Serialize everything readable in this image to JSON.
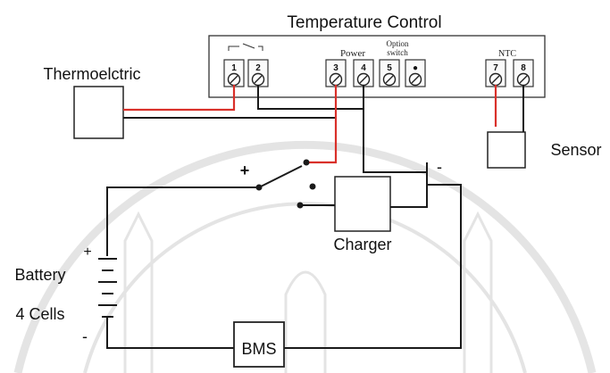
{
  "diagram": {
    "title": "Temperature Control",
    "labels": {
      "thermoelectric": "Thermoelctric",
      "sensor": "Sensor",
      "charger": "Charger",
      "battery_line1": "Battery",
      "battery_line2": "4 Cells",
      "bms": "BMS",
      "plus_battery": "+",
      "minus_battery": "-",
      "plus_switch": "+",
      "minus_charger": "-"
    },
    "controller": {
      "power_label": "Power",
      "option_label_line1": "Option",
      "option_label_line2": "switch",
      "ntc_label": "NTC",
      "terminals": [
        "1",
        "2",
        "3",
        "4",
        "5",
        "●",
        "7",
        "8"
      ]
    },
    "colors": {
      "wire": "#1a1a1a",
      "red_wire": "#d9302a",
      "watermark": "#c8c8c8"
    }
  }
}
